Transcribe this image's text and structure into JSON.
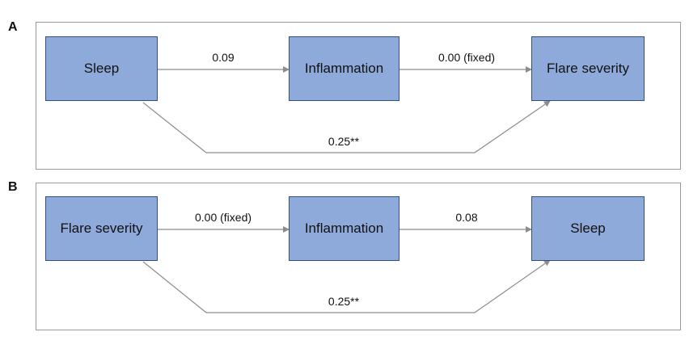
{
  "panels": [
    {
      "label": "A",
      "nodes": {
        "left": "Sleep",
        "middle": "Inflammation",
        "right": "Flare severity"
      },
      "edges": {
        "left_to_middle": "0.09",
        "middle_to_right": "0.00 (fixed)",
        "left_to_right": "0.25**"
      }
    },
    {
      "label": "B",
      "nodes": {
        "left": "Flare severity",
        "middle": "Inflammation",
        "right": "Sleep"
      },
      "edges": {
        "left_to_middle": "0.00 (fixed)",
        "middle_to_right": "0.08",
        "left_to_right": "0.25**"
      }
    }
  ],
  "colors": {
    "node_fill": "#8eaadb",
    "node_border": "#2f4f86",
    "arrow": "#8c8c8c",
    "frame": "#9a9a9a"
  }
}
